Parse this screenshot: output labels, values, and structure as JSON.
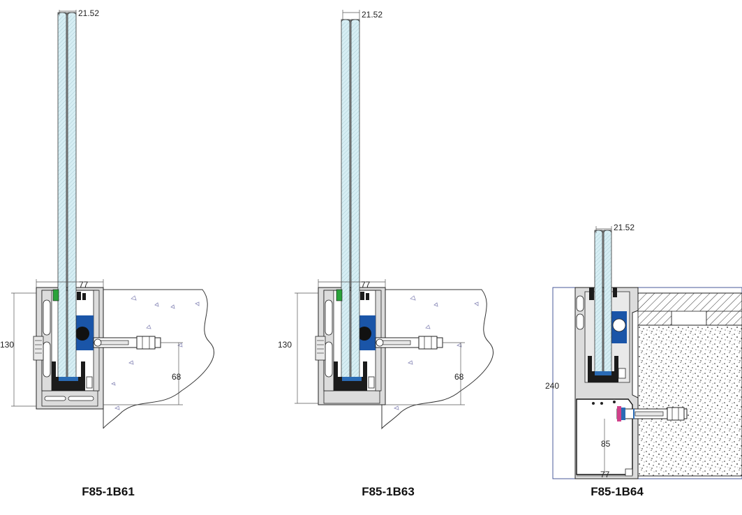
{
  "details": [
    {
      "id": "F85-1B61",
      "caption": "F85-1B61",
      "glass_thickness": "21.52",
      "profile_width": "77",
      "profile_height": "130",
      "embed": "68"
    },
    {
      "id": "F85-1B63",
      "caption": "F85-1B63",
      "glass_thickness": "21.52",
      "profile_width": "77",
      "profile_height": "130",
      "embed": "68"
    },
    {
      "id": "F85-1B64",
      "caption": "F85-1B64",
      "glass_thickness": "21.52",
      "profile_height": "240",
      "anchor_height": "85",
      "bottom_width": "77"
    }
  ],
  "colors": {
    "glass": "#d6eef4",
    "aluminium": "#dcdcdc",
    "gasket_green": "#2aa33a",
    "wedge_blue": "#1a55a8",
    "rubber_black": "#1b1b1b",
    "concrete_dot": "#8a8ab8",
    "dimension_frame": "#4a5a9a",
    "washer_pink": "#d0408a"
  }
}
